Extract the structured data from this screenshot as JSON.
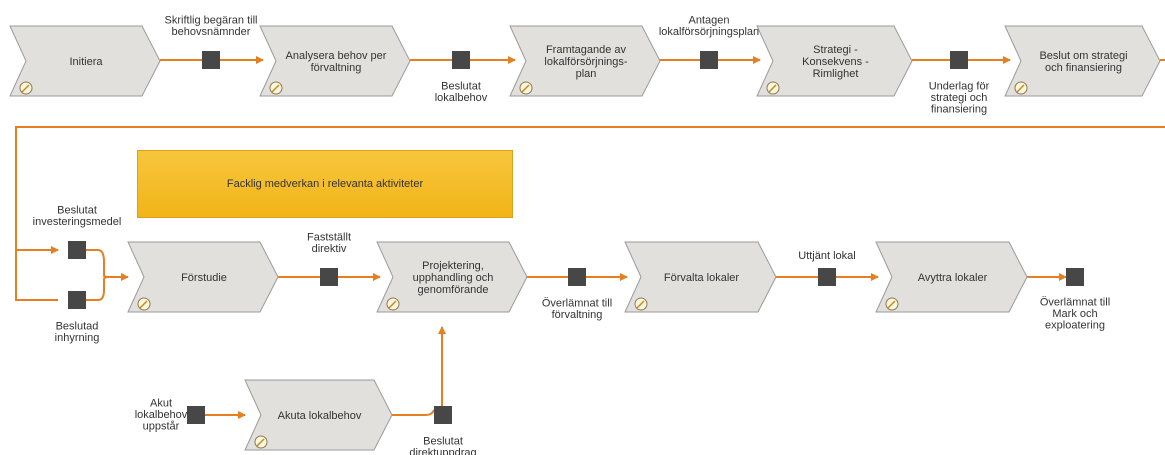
{
  "colors": {
    "flow": "#e67e22",
    "process_fill": "#e2e0dc",
    "event_fill": "#474747",
    "banner": "#f2b418"
  },
  "banner": "Facklig medverkan i relevanta aktiviteter",
  "processes": {
    "initiera": [
      "Initiera"
    ],
    "analysera": [
      "Analysera behov per",
      "förvaltning"
    ],
    "framtagande": [
      "Framtagande av",
      "lokalförsörjnings-",
      "plan"
    ],
    "strategi": [
      "Strategi -",
      "Konsekvens -",
      "Rimlighet"
    ],
    "beslut_strategi": [
      "Beslut om strategi",
      "och finansiering"
    ],
    "forstudie": [
      "Förstudie"
    ],
    "projektering": [
      "Projektering,",
      "upphandling och",
      "genomförande"
    ],
    "forvalta": [
      "Förvalta lokaler"
    ],
    "avyttra": [
      "Avyttra lokaler"
    ],
    "akuta": [
      "Akuta lokalbehov"
    ]
  },
  "events": {
    "skriftlig": [
      "Skriftlig begäran till",
      "behovsnämnder"
    ],
    "beslutat_lokalbehov": [
      "Beslutat",
      "lokalbehov"
    ],
    "antagen": [
      "Antagen",
      "lokalförsörjningsplan"
    ],
    "underlag": [
      "Underlag för",
      "strategi och",
      "finansiering"
    ],
    "investeringsmedel": [
      "Beslutat",
      "investeringsmedel"
    ],
    "inhyrning": [
      "Beslutad",
      "inhyrning"
    ],
    "direktiv": [
      "Fastställt",
      "direktiv"
    ],
    "overlamnat_forvaltning": [
      "Överlämnat till",
      "förvaltning"
    ],
    "uttjant": [
      "Uttjänt lokal"
    ],
    "overlamnat_mark": [
      "Överlämnat till",
      "Mark och",
      "exploatering"
    ],
    "akut": [
      "Akut",
      "lokalbehov",
      "uppstår"
    ],
    "direktuppdrag": [
      "Beslutat",
      "direktuppdrag"
    ]
  }
}
